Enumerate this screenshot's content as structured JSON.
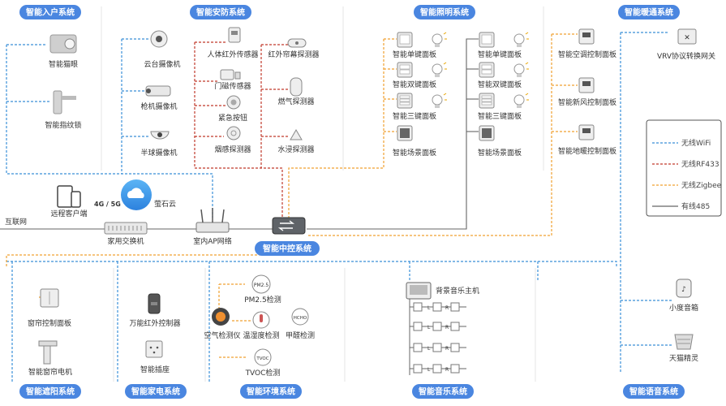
{
  "systems": {
    "entry": "智能入户系统",
    "security": "智能安防系统",
    "lighting": "智能照明系统",
    "hvac": "智能暖通系统",
    "central": "智能中控系统",
    "shading": "智能遮阳系统",
    "appliance": "智能家电系统",
    "environment": "智能环境系统",
    "music": "智能音乐系统",
    "voice": "智能语音系统"
  },
  "entry": {
    "peephole": "智能猫眼",
    "lock": "智能指纹锁",
    "client": "远程客户端",
    "net_label": "4G / 5G",
    "cloud": "萤石云",
    "internet": "互联网",
    "switch": "家用交换机",
    "ap": "室内AP网络"
  },
  "security": {
    "ptz": "云台摄像机",
    "bullet": "枪机摄像机",
    "dome": "半球摄像机",
    "pir": "人体红外传感器",
    "curtain_det": "红外帘幕探测器",
    "door": "门磁传感器",
    "gas": "燃气探测器",
    "sos": "紧急按钮",
    "smoke": "烟感探测器",
    "water": "水浸探测器"
  },
  "lighting": {
    "single": "智能单键面板",
    "double": "智能双键面板",
    "triple": "智能三键面板",
    "scene": "智能场景面板"
  },
  "hvac": {
    "ac": "智能空调控制面板",
    "fresh": "智能新风控制面板",
    "floor": "智能地暖控制面板",
    "vrv": "VRV协议转换网关"
  },
  "legend": {
    "wifi": "无线WiFi",
    "rf": "无线RF433",
    "zigbee": "无线Zigbee",
    "wired": "有线485"
  },
  "shading": {
    "panel": "窗帘控制面板",
    "motor": "智能窗帘电机"
  },
  "appliance": {
    "ir": "万能红外控制器",
    "socket": "智能插座"
  },
  "environment": {
    "air": "空气检测仪",
    "pm25": "PM2.5检测",
    "temp": "温湿度检测",
    "hcho": "甲醛检测",
    "tvoc": "TVOC检测",
    "pm_icon": "PM2.5",
    "hcho_icon": "HCHO",
    "tvoc_icon": "TVOC"
  },
  "music": {
    "host": "背景音乐主机",
    "l": "L",
    "r": "R"
  },
  "voice": {
    "speaker": "小度音箱",
    "tmall": "天猫精灵"
  },
  "colors": {
    "wifi": "#3a8fd8",
    "rf": "#c0392b",
    "zigbee": "#f0a030",
    "wired": "#555555",
    "pill": "#4a86e0",
    "divider": "#e4e4e4"
  }
}
